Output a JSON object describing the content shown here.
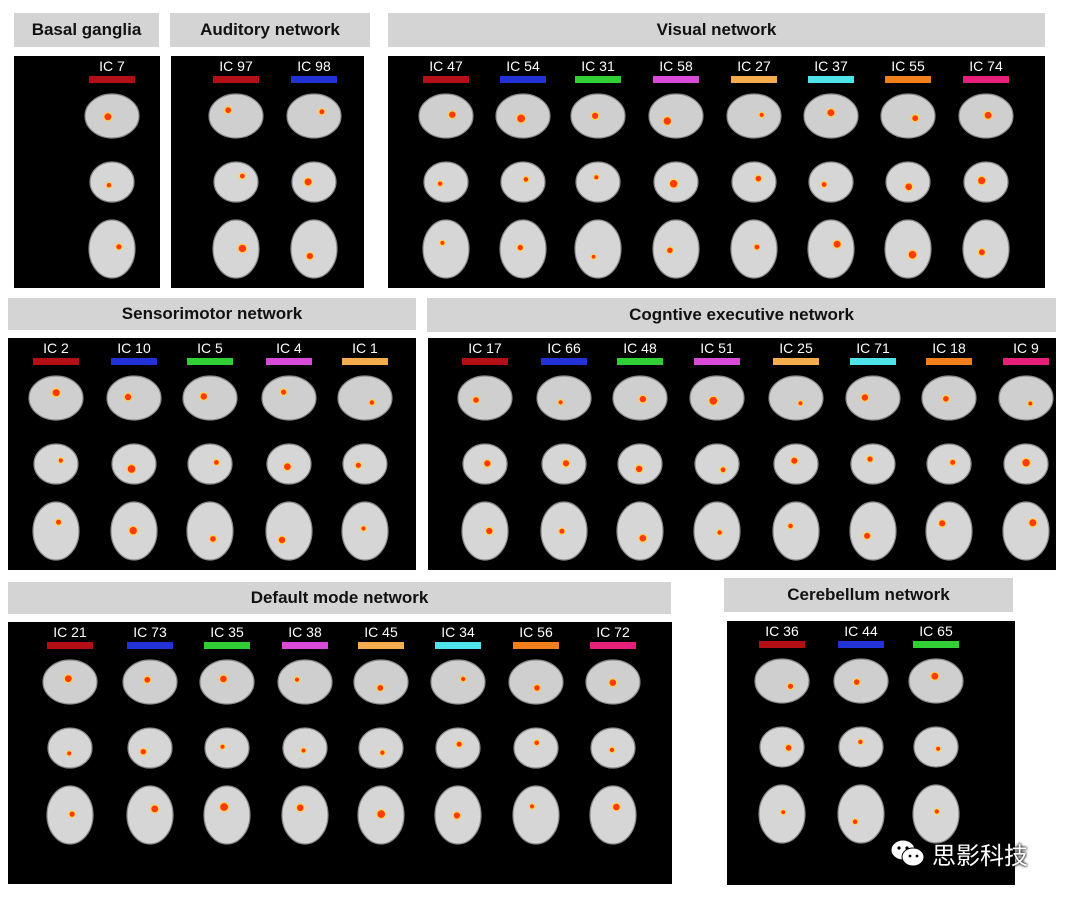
{
  "colors": {
    "header_bg": "#d4d4d4",
    "panel_bg": "#000000",
    "bars": [
      "#b40f14",
      "#2332d6",
      "#2fcf35",
      "#d94ad8",
      "#f5ac4c",
      "#4ee3e8",
      "#f07f1c",
      "#e61f7a"
    ]
  },
  "panels": [
    {
      "title": "Basal ganglia",
      "components": [
        "IC 7"
      ]
    },
    {
      "title": "Auditory network",
      "components": [
        "IC 97",
        "IC 98"
      ]
    },
    {
      "title": "Visual network",
      "components": [
        "IC 47",
        "IC 54",
        "IC 31",
        "IC 58",
        "IC 27",
        "IC 37",
        "IC 55",
        "IC 74"
      ]
    },
    {
      "title": "Sensorimotor network",
      "components": [
        "IC 2",
        "IC 10",
        "IC 5",
        "IC 4",
        "IC 1"
      ]
    },
    {
      "title": "Cogntive executive network",
      "components": [
        "IC 17",
        "IC 66",
        "IC 48",
        "IC 51",
        "IC 25",
        "IC 71",
        "IC 18",
        "IC 9"
      ]
    },
    {
      "title": "Default mode network",
      "components": [
        "IC 21",
        "IC 73",
        "IC 35",
        "IC 38",
        "IC 45",
        "IC 34",
        "IC 56",
        "IC 72"
      ]
    },
    {
      "title": "Cerebellum network",
      "components": [
        "IC 36",
        "IC 44",
        "IC 65"
      ]
    }
  ],
  "watermark": {
    "icon": "wechat-icon",
    "text": "思影科技"
  }
}
